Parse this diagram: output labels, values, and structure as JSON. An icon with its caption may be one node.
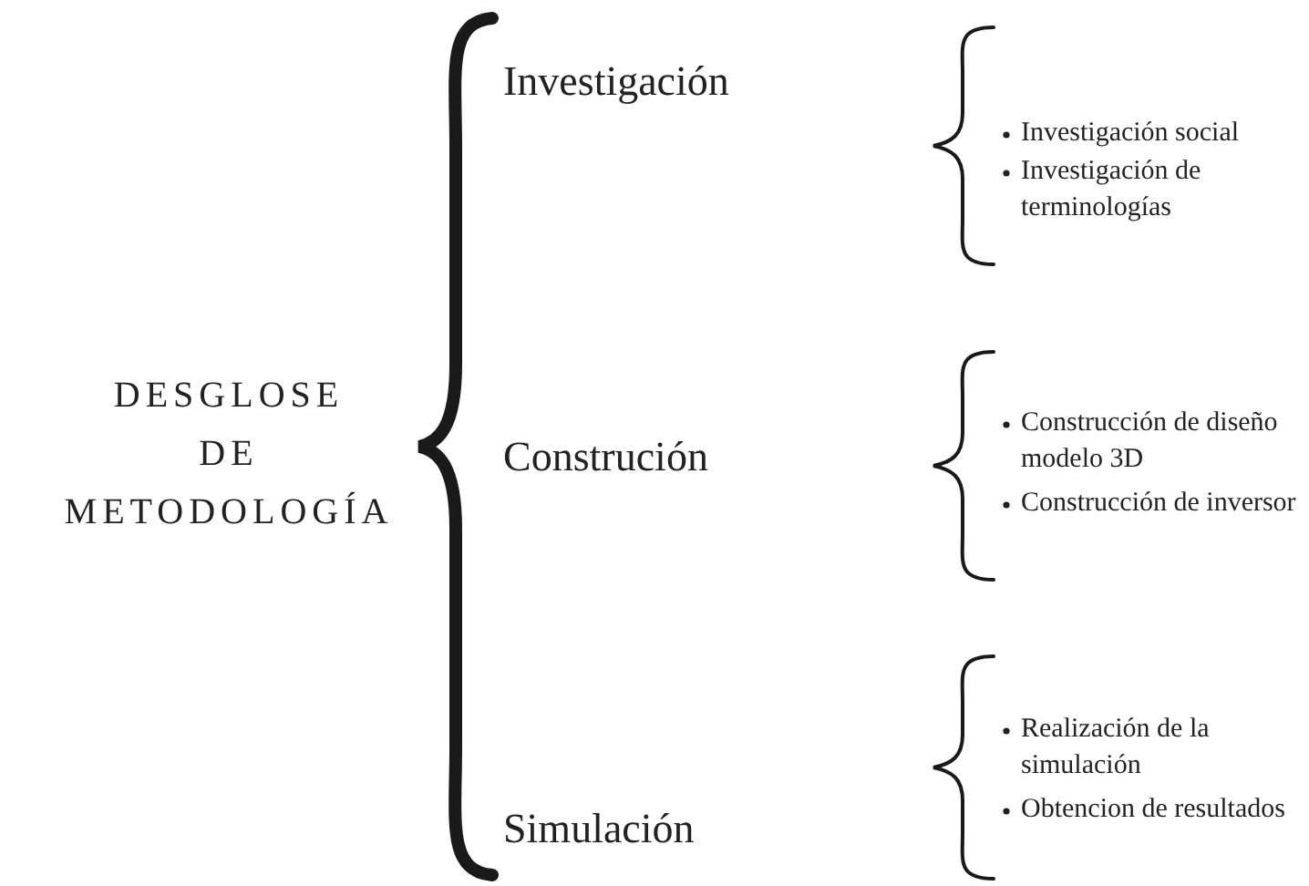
{
  "diagram": {
    "labels": [
      "DESGLOSE DE METODOLOGÍA",
      "Investigación",
      "Investigación social",
      "Investigación de terminologías",
      "Construción",
      "Construcción de diseño modelo 3D",
      "Construcción de inversor",
      "Simulación",
      "Realización de la simulación",
      "Obtencion de resultados"
    ]
  }
}
